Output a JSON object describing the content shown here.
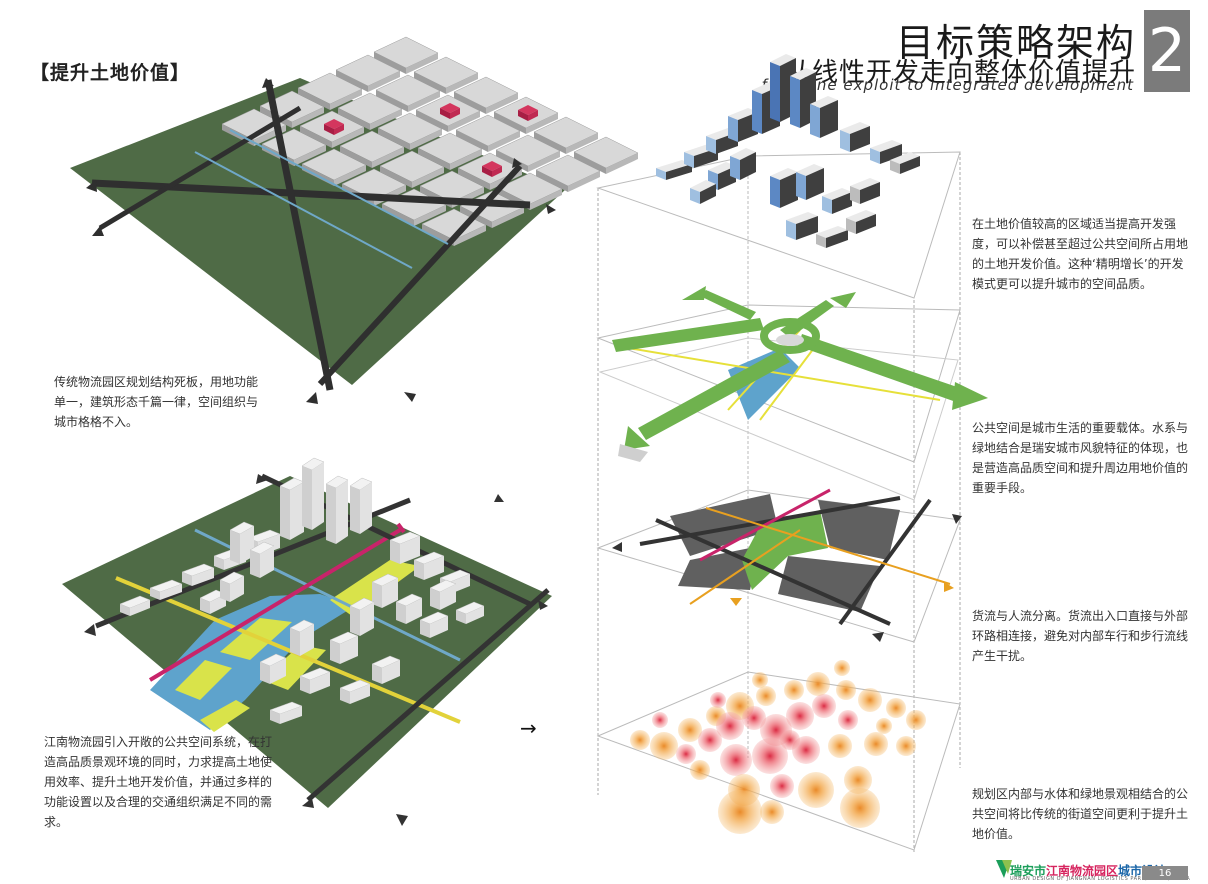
{
  "header": {
    "title": "目标策略架构",
    "subtitle": "从线性开发走向整体价值提升",
    "subtitle_en": "from line exploit to integrated development",
    "chapter_number": "2"
  },
  "section_label": "【提升土地价值】",
  "descriptions": {
    "traditional": "传统物流园区规划结构死板，用地功能单一，建筑形态千篇一律，空间组织与城市格格不入。",
    "jiangnan": "江南物流园引入开敞的公共空间系统，在打造高品质景观环境的同时，力求提高土地使用效率、提升土地开发价值，并通过多样的功能设置以及合理的交通组织满足不同的需求。",
    "density": "在土地价值较高的区域适当提高开发强度，可以补偿甚至超过公共空间所占用地的土地开发价值。这种‘精明增长’的开发模式更可以提升城市的空间品质。",
    "public_space": "公共空间是城市生活的重要载体。水系与绿地结合是瑞安城市风貌特征的体现，也是营造高品质空间和提升周边用地价值的重要手段。",
    "traffic": "货流与人流分离。货流出入口直接与外部环路相连接，避免对内部车行和步行流线产生干扰。",
    "land_value": "规划区内部与水体和绿地景观相结合的公共空间将比传统的街道空间更利于提升土地价值。"
  },
  "arrow": "→",
  "footer": {
    "logo_part1": "瑞安市",
    "logo_part2": "江南物流园区",
    "logo_part3": "城市设计",
    "logo_sub": "URBAN DESIGN OF JIANGNAN LOGISTICS PARK, RUIAN, CHINA",
    "page_number": "16"
  },
  "colors": {
    "ground_green": "#4f6b46",
    "road_dark": "#3a3a3a",
    "block_grey": "#bdbdbd",
    "highlight_red": "#d4365e",
    "water_blue": "#5ea3cc",
    "lawn_yellow": "#d9e34a",
    "green_axis": "#6fb24e",
    "heat_orange": "#f0a04a",
    "heat_red": "#e0404a",
    "chapter_grey": "#7b7b7b"
  }
}
